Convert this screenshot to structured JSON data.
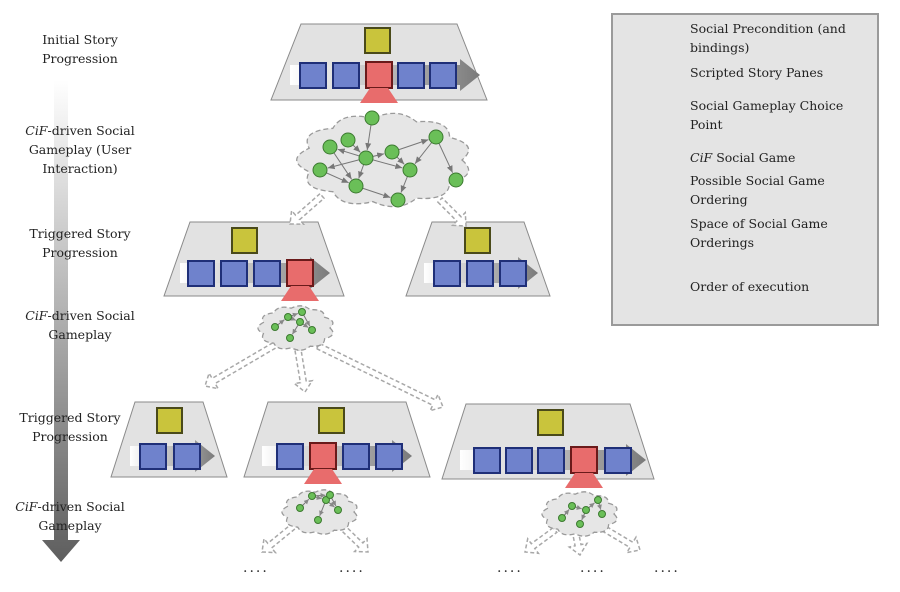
{
  "stages": [
    {
      "pre": "",
      "italic": "",
      "rest": "Initial Story Progression"
    },
    {
      "pre": "",
      "italic": "CiF",
      "rest": "-driven Social Gameplay (User Interaction)"
    },
    {
      "pre": "",
      "italic": "",
      "rest": "Triggered Story Progression"
    },
    {
      "pre": "",
      "italic": "CiF",
      "rest": "-driven Social Gameplay"
    },
    {
      "pre": "",
      "italic": "",
      "rest": "Triggered Story Progression"
    },
    {
      "pre": "",
      "italic": "CiF",
      "rest": "-driven Social Gameplay"
    }
  ],
  "legend": {
    "precondition": "Social Precondition  (and bindings)",
    "panes": "Scripted Story Panes",
    "choice": "Social Gameplay Choice Point",
    "game_italic": "CiF",
    "game_rest": " Social Game",
    "ordering": "Possible Social Game Ordering",
    "space": "Space of Social Game Orderings",
    "execution": "Order of execution"
  },
  "ellipsis": "....",
  "colors": {
    "precondition": "#c9c43c",
    "pane": "#6f82cc",
    "choice": "#e86c6c",
    "game": "#6abf58",
    "platform": "#e2e2e2",
    "cloud": "#e6e6e6"
  }
}
